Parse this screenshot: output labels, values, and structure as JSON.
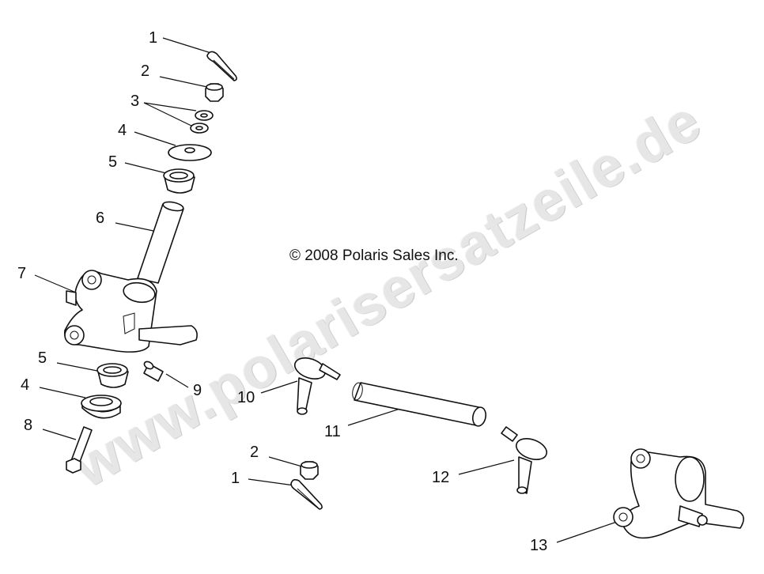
{
  "watermark": "www.polarisersatzeile.de",
  "copyright": "© 2008 Polaris Sales Inc.",
  "callouts": {
    "c1a": "1",
    "c2a": "2",
    "c3": "3",
    "c4a": "4",
    "c5a": "5",
    "c6": "6",
    "c7": "7",
    "c5b": "5",
    "c4b": "4",
    "c8": "8",
    "c9": "9",
    "c10": "10",
    "c11": "11",
    "c2b": "2",
    "c1b": "1",
    "c12": "12",
    "c13": "13"
  }
}
